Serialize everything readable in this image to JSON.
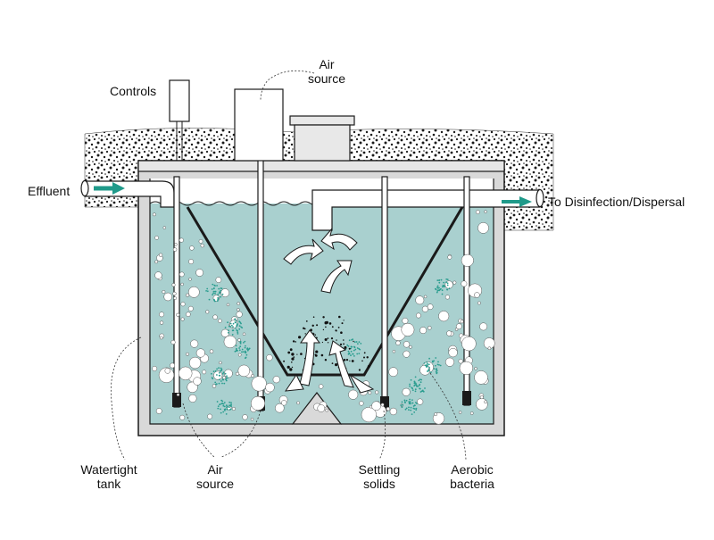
{
  "diagram": {
    "labels": {
      "controls": "Controls",
      "air_source_top": [
        "Air",
        "source"
      ],
      "effluent": "Effluent",
      "outlet": "To Disinfection/Dispersal",
      "watertight_tank": [
        "Watertight",
        "tank"
      ],
      "air_source_bottom": [
        "Air",
        "source"
      ],
      "settling_solids": [
        "Settling",
        "solids"
      ],
      "aerobic_bacteria": [
        "Aerobic",
        "bacteria"
      ]
    },
    "colors": {
      "water": "#a9d0cf",
      "tank_wall": "#d9d9d9",
      "outline": "#1a1a1a",
      "flow_arrow": "#1f9a8a",
      "bacteria": "#2a9d8f",
      "soil": "#1a1a1a"
    }
  }
}
